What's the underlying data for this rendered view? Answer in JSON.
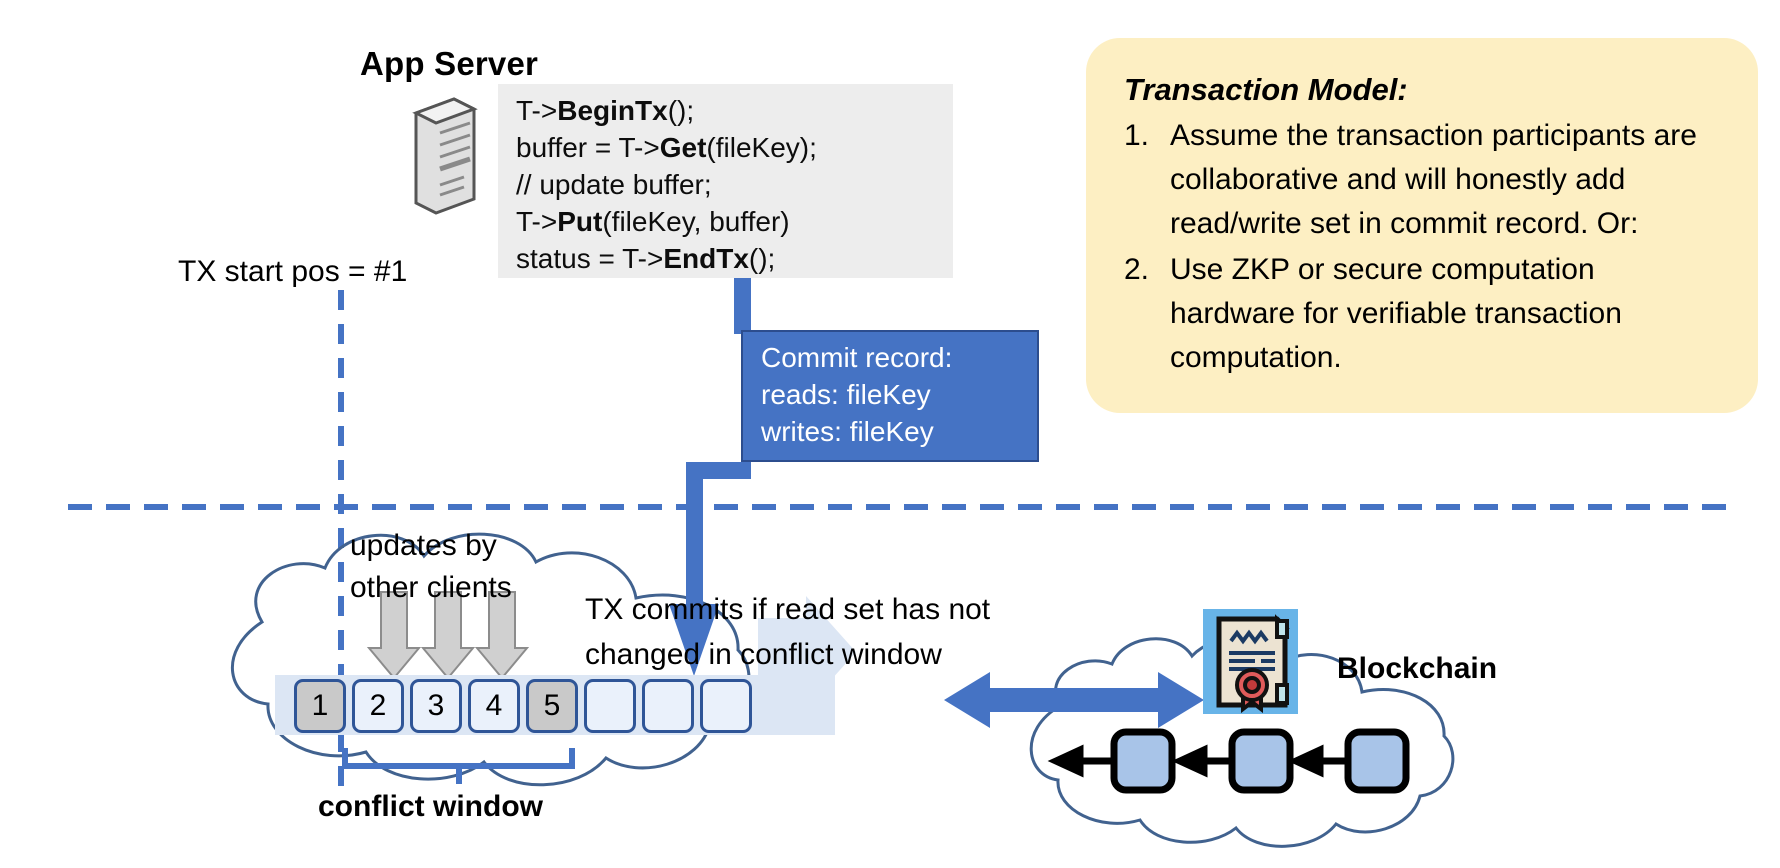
{
  "app_server": {
    "title": "App Server",
    "server_icon": "server-tower-icon"
  },
  "code": {
    "lines": [
      [
        {
          "t": "T->",
          "b": false
        },
        {
          "t": "BeginTx",
          "b": true
        },
        {
          "t": "();",
          "b": false
        }
      ],
      [
        {
          "t": "buffer = T->",
          "b": false
        },
        {
          "t": "Get",
          "b": true
        },
        {
          "t": "(fileKey);",
          "b": false
        }
      ],
      [
        {
          "t": "// update buffer;",
          "b": false
        }
      ],
      [
        {
          "t": "T->",
          "b": false
        },
        {
          "t": "Put",
          "b": true
        },
        {
          "t": "(fileKey, buffer)",
          "b": false
        }
      ],
      [
        {
          "t": "status = T->",
          "b": false
        },
        {
          "t": "EndTx",
          "b": true
        },
        {
          "t": "();",
          "b": false
        }
      ]
    ]
  },
  "commit_record": {
    "title": "Commit record:",
    "reads": "reads: fileKey",
    "writes": "writes: fileKey",
    "bg_color": "#4573c4"
  },
  "transaction_model": {
    "title": "Transaction Model:",
    "bg_color": "#fdefc3",
    "items": [
      {
        "num": "1.",
        "text": "Assume the transaction participants are collaborative and will honestly add read/write set in commit record.  Or:"
      },
      {
        "num": "2.",
        "text": "Use ZKP or secure computation hardware for verifiable transaction computation."
      }
    ]
  },
  "labels": {
    "tx_start": "TX start pos = #1",
    "updates_by_other_clients": "updates by\nother clients",
    "tx_commits_condition": "TX commits if read set has not\nchanged in conflict window",
    "conflict_window": "conflict window",
    "blockchain": "Blockchain"
  },
  "log": {
    "boxes": [
      {
        "label": "1",
        "state": "filled"
      },
      {
        "label": "2",
        "state": "empty"
      },
      {
        "label": "3",
        "state": "empty"
      },
      {
        "label": "4",
        "state": "empty"
      },
      {
        "label": "5",
        "state": "filled"
      },
      {
        "label": "",
        "state": "empty"
      },
      {
        "label": "",
        "state": "empty"
      },
      {
        "label": "",
        "state": "empty"
      }
    ],
    "update_arrow_count": 3,
    "commit_arrow_target": "5",
    "strip_color": "#dce6f4",
    "box_border_color": "#2f5597",
    "filled_color": "#c9c9c9"
  },
  "blockchain": {
    "certificate_icon": "certificate-seal-icon",
    "block_count": 3,
    "block_color": "#a8c4e8",
    "cloud_color": "#41628f"
  },
  "accent": {
    "blue": "#4573c4",
    "dashed_line": "#4573c4"
  }
}
